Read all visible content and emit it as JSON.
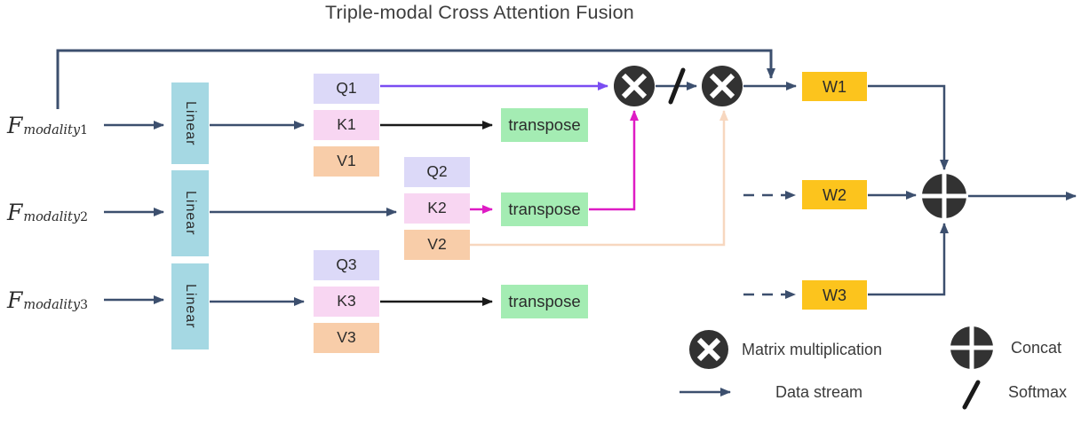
{
  "title": "Triple-modal Cross Attention Fusion",
  "colors": {
    "q_box": "#dcd9f8",
    "k_box": "#f8d6f2",
    "v_box": "#f8cda9",
    "linear_box": "#a5d8e3",
    "transpose_box": "#a4ecb3",
    "w_box": "#fcc41d",
    "navy": "#3c4f6e",
    "black": "#1a1a1a",
    "purple": "#7a4df2",
    "magenta": "#de1bc4",
    "peach": "#f7d7bf",
    "operator_dark": "#323232",
    "text": "#2b2b2b",
    "title_text": "#3d3d3d"
  },
  "inputs": [
    {
      "f": "F",
      "sub": "modality",
      "num": "1"
    },
    {
      "f": "F",
      "sub": "modality",
      "num": "2"
    },
    {
      "f": "F",
      "sub": "modality",
      "num": "3"
    }
  ],
  "linear_label": "Linear",
  "boxes": {
    "q1": "Q1",
    "k1": "K1",
    "v1": "V1",
    "q2": "Q2",
    "k2": "K2",
    "v2": "V2",
    "q3": "Q3",
    "k3": "K3",
    "v3": "V3",
    "transpose": "transpose",
    "w1": "W1",
    "w2": "W2",
    "w3": "W3"
  },
  "legend": [
    {
      "icon": "matrix-multiplication-icon",
      "label": "Matrix multiplication"
    },
    {
      "icon": "concat-icon",
      "label": "Concat"
    },
    {
      "icon": "data-stream-arrow-icon",
      "label": "Data stream"
    },
    {
      "icon": "softmax-slash-icon",
      "label": "Softmax"
    }
  ]
}
